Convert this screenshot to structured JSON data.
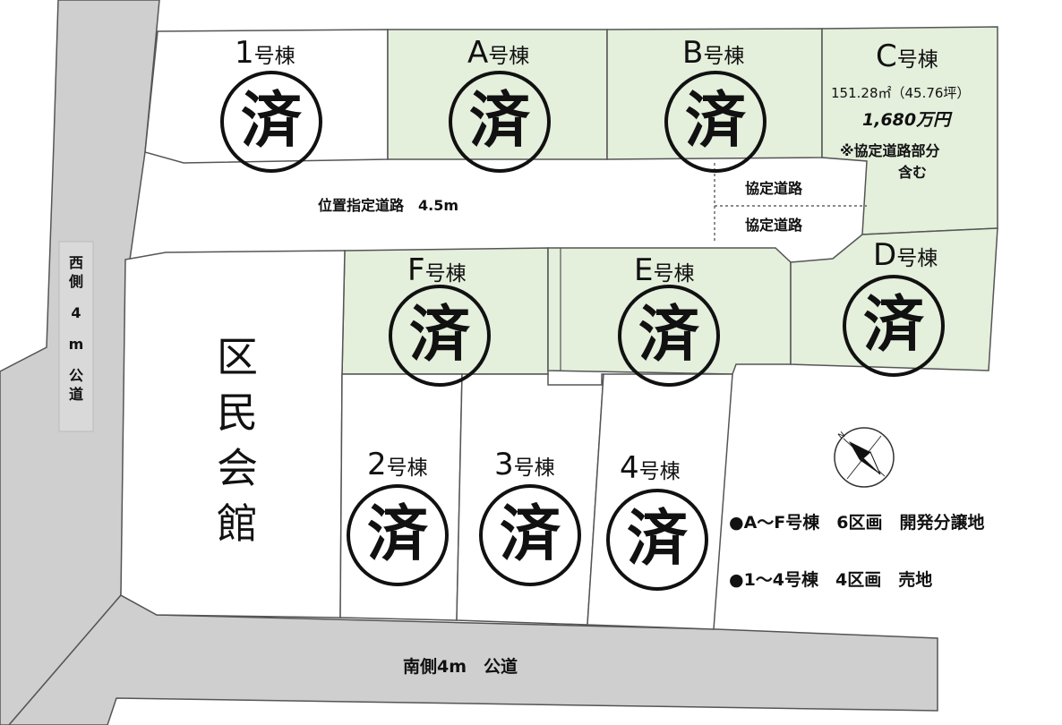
{
  "colors": {
    "sold_lot_fill": "#e4efdc",
    "lot_fill": "#ffffff",
    "public_road": "#cfcfcf",
    "outline": "#555555",
    "text": "#111111"
  },
  "lots": [
    {
      "id": "1",
      "label": "1",
      "suffix": "号棟",
      "status": "済",
      "group": "sale"
    },
    {
      "id": "A",
      "label": "A",
      "suffix": "号棟",
      "status": "済",
      "group": "development"
    },
    {
      "id": "B",
      "label": "B",
      "suffix": "号棟",
      "status": "済",
      "group": "development"
    },
    {
      "id": "C",
      "label": "C",
      "suffix": "号棟",
      "status": "",
      "group": "development",
      "area": "151.28㎡（45.76坪）",
      "price": "1,680万円",
      "note_line1": "※協定道路部分",
      "note_line2": "含む"
    },
    {
      "id": "D",
      "label": "D",
      "suffix": "号棟",
      "status": "済",
      "group": "development"
    },
    {
      "id": "E",
      "label": "E",
      "suffix": "号棟",
      "status": "済",
      "group": "development"
    },
    {
      "id": "F",
      "label": "F",
      "suffix": "号棟",
      "status": "済",
      "group": "development"
    },
    {
      "id": "2",
      "label": "2",
      "suffix": "号棟",
      "status": "済",
      "group": "sale"
    },
    {
      "id": "3",
      "label": "3",
      "suffix": "号棟",
      "status": "済",
      "group": "sale"
    },
    {
      "id": "4",
      "label": "4",
      "suffix": "号棟",
      "status": "済",
      "group": "sale"
    }
  ],
  "roads": {
    "designated": "位置指定道路　4.5m",
    "agreement_upper": "協定道路",
    "agreement_lower": "協定道路",
    "south": "南側4m　公道",
    "west": [
      "西",
      "側",
      "4",
      "m",
      "公",
      "道"
    ]
  },
  "hall": [
    "区",
    "民",
    "会",
    "館"
  ],
  "compass": {
    "north_letter": "N"
  },
  "legend": [
    "●A～F号棟　6区画　開発分譲地",
    "●1～4号棟　4区画　売地"
  ]
}
